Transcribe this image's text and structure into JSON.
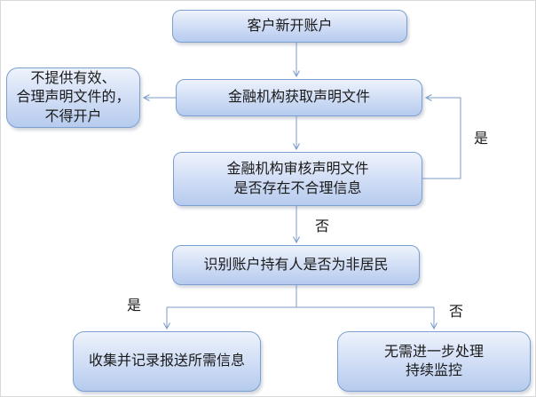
{
  "flowchart": {
    "nodes": {
      "new_account": {
        "label": "客户新开账户"
      },
      "obtain": {
        "label": "金融机构获取声明文件"
      },
      "reject": {
        "line1": "不提供有效、",
        "line2": "合理声明文件的，",
        "line3": "不得开户"
      },
      "review": {
        "line1": "金融机构审核声明文件",
        "line2": "是否存在不合理信息"
      },
      "identify": {
        "label": "识别账户持有人是否为非居民"
      },
      "collect": {
        "label": "收集并记录报送所需信息"
      },
      "monitor": {
        "line1": "无需进一步处理",
        "line2": "持续监控"
      }
    },
    "edge_labels": {
      "loop_yes": "是",
      "review_no": "否",
      "branch_yes": "是",
      "branch_no": "否"
    },
    "colors": {
      "box_fill_top": "#eef3fc",
      "box_fill_bottom": "#b6cbee",
      "box_border": "#7ba0d0",
      "connector": "#7b9cc9",
      "text": "#1a1a1a",
      "background": "#ffffff"
    }
  }
}
